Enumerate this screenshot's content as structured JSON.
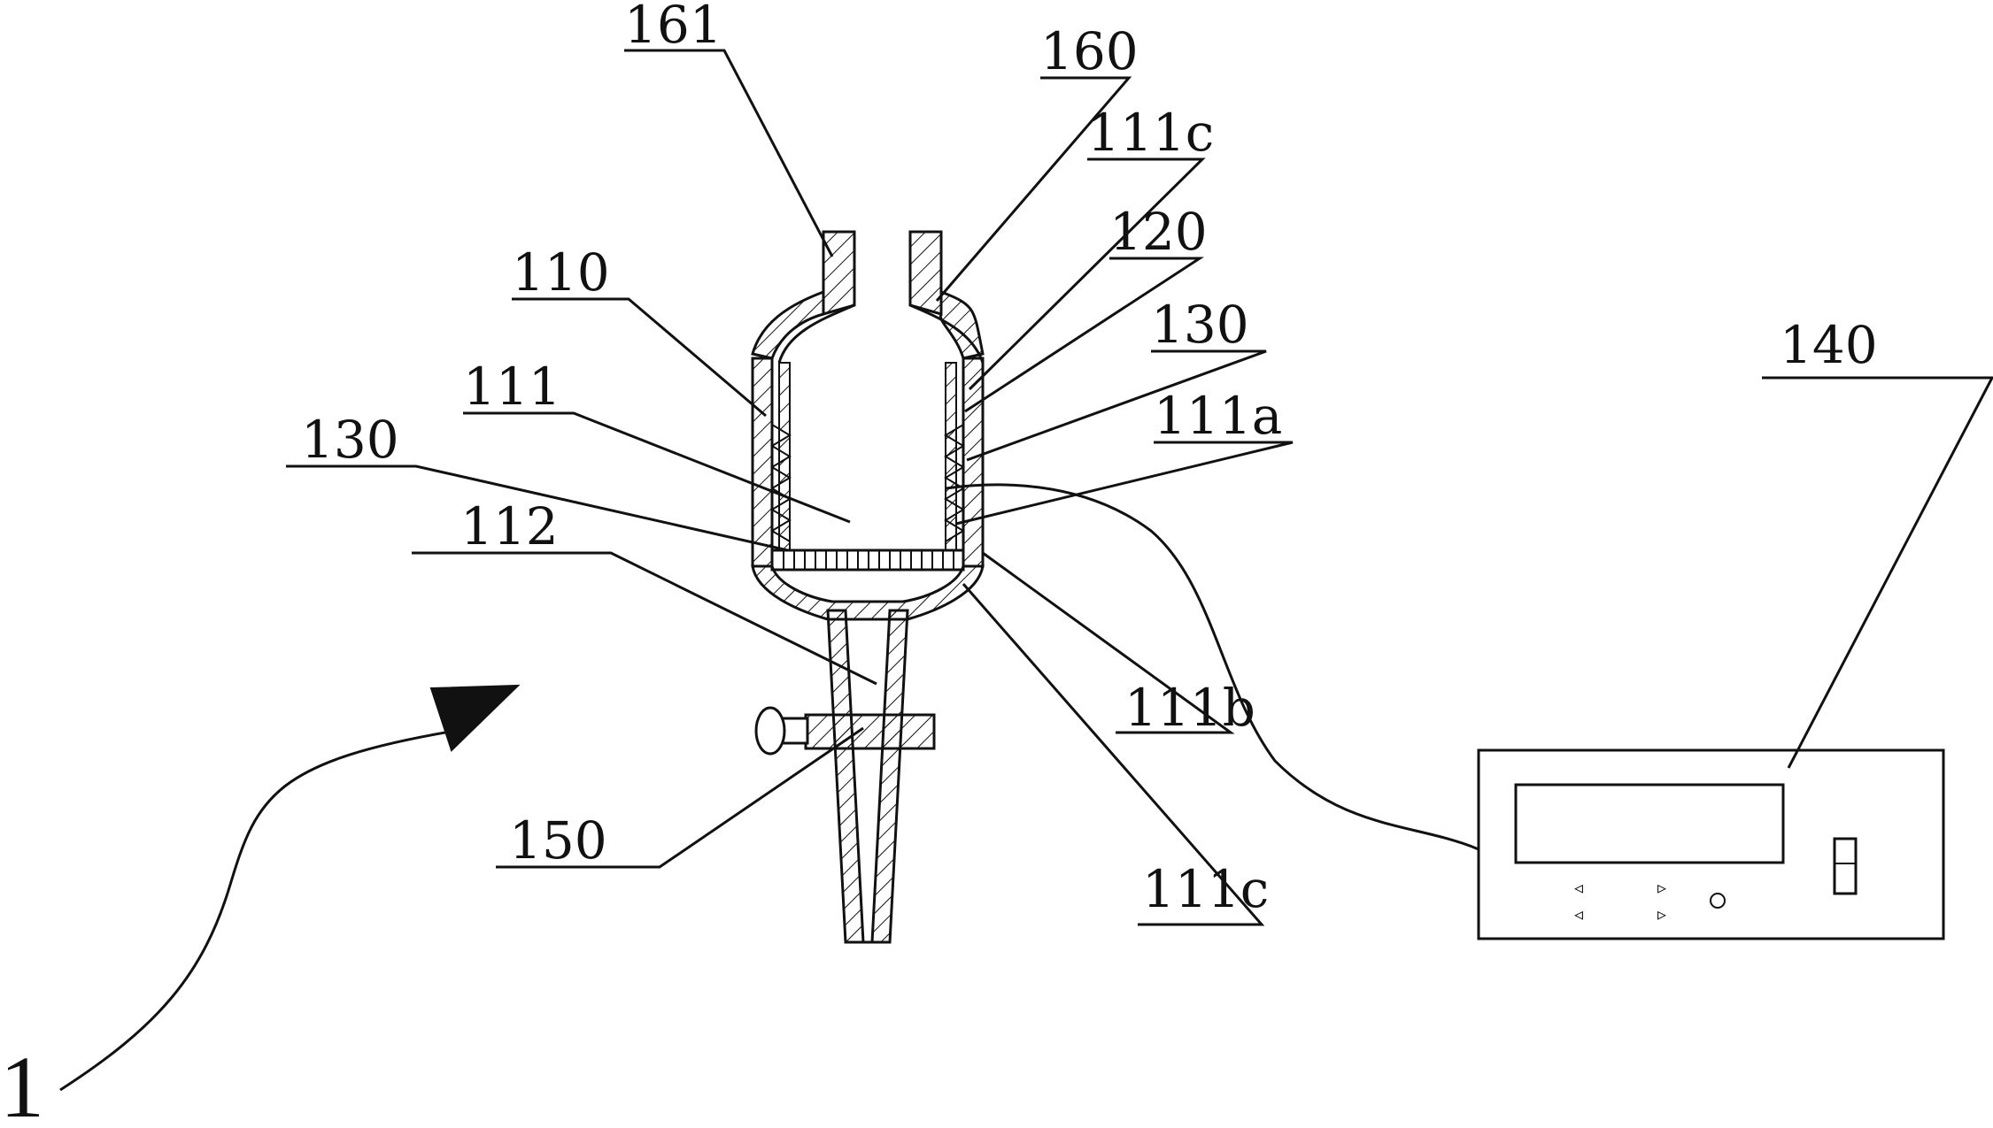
{
  "figure_label": "1",
  "reference_labels": {
    "l161": "161",
    "l160": "160",
    "l111c_top": "111c",
    "l120": "120",
    "l130_right": "130",
    "l110": "110",
    "l111": "111",
    "l111a": "111a",
    "l130_left": "130",
    "l112": "112",
    "l140": "140",
    "l111b": "111b",
    "l150": "150",
    "l111c_bottom": "111c"
  },
  "controller_buttons": {
    "left_top": "◃",
    "left_bottom": "◃",
    "right_top": "▹",
    "right_bottom": "▹",
    "round": "○"
  }
}
